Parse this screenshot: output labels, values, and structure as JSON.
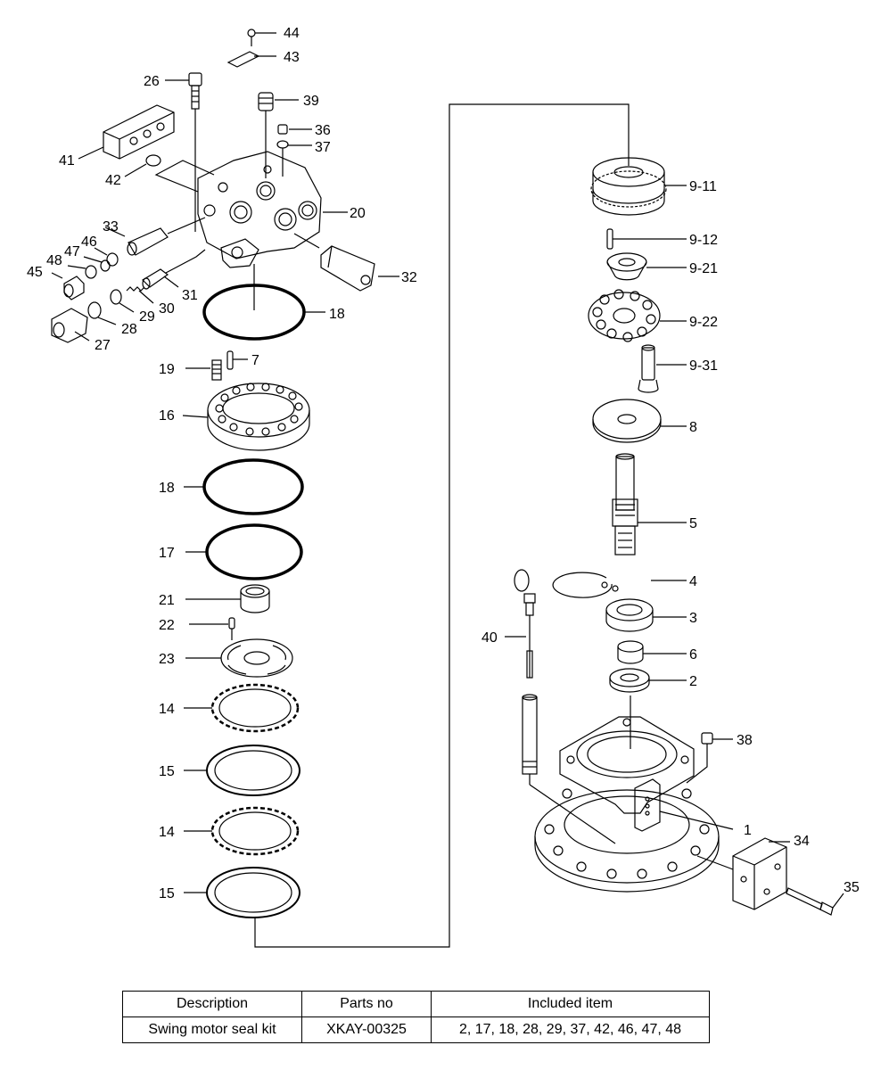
{
  "callouts": [
    {
      "id": "44",
      "text": "44"
    },
    {
      "id": "43",
      "text": "43"
    },
    {
      "id": "26",
      "text": "26"
    },
    {
      "id": "39",
      "text": "39"
    },
    {
      "id": "36",
      "text": "36"
    },
    {
      "id": "37",
      "text": "37"
    },
    {
      "id": "41",
      "text": "41"
    },
    {
      "id": "42",
      "text": "42"
    },
    {
      "id": "20",
      "text": "20"
    },
    {
      "id": "33",
      "text": "33"
    },
    {
      "id": "46",
      "text": "46"
    },
    {
      "id": "47",
      "text": "47"
    },
    {
      "id": "48",
      "text": "48"
    },
    {
      "id": "45",
      "text": "45"
    },
    {
      "id": "32",
      "text": "32"
    },
    {
      "id": "31",
      "text": "31"
    },
    {
      "id": "30",
      "text": "30"
    },
    {
      "id": "29",
      "text": "29"
    },
    {
      "id": "28",
      "text": "28"
    },
    {
      "id": "27",
      "text": "27"
    },
    {
      "id": "18a",
      "text": "18"
    },
    {
      "id": "19",
      "text": "19"
    },
    {
      "id": "7",
      "text": "7"
    },
    {
      "id": "16",
      "text": "16"
    },
    {
      "id": "18b",
      "text": "18"
    },
    {
      "id": "17",
      "text": "17"
    },
    {
      "id": "21",
      "text": "21"
    },
    {
      "id": "22",
      "text": "22"
    },
    {
      "id": "23",
      "text": "23"
    },
    {
      "id": "14a",
      "text": "14"
    },
    {
      "id": "15a",
      "text": "15"
    },
    {
      "id": "14b",
      "text": "14"
    },
    {
      "id": "15b",
      "text": "15"
    },
    {
      "id": "9-11",
      "text": "9-11"
    },
    {
      "id": "9-12",
      "text": "9-12"
    },
    {
      "id": "9-21",
      "text": "9-21"
    },
    {
      "id": "9-22",
      "text": "9-22"
    },
    {
      "id": "9-31",
      "text": "9-31"
    },
    {
      "id": "8",
      "text": "8"
    },
    {
      "id": "5",
      "text": "5"
    },
    {
      "id": "4",
      "text": "4"
    },
    {
      "id": "3",
      "text": "3"
    },
    {
      "id": "6",
      "text": "6"
    },
    {
      "id": "2",
      "text": "2"
    },
    {
      "id": "40",
      "text": "40"
    },
    {
      "id": "38",
      "text": "38"
    },
    {
      "id": "1",
      "text": "1"
    },
    {
      "id": "34",
      "text": "34"
    },
    {
      "id": "35",
      "text": "35"
    }
  ],
  "table": {
    "headers": [
      "Description",
      "Parts no",
      "Included item"
    ],
    "rows": [
      [
        "Swing motor seal kit",
        "XKAY-00325",
        "2, 17, 18, 28, 29, 37, 42, 46, 47, 48"
      ]
    ]
  }
}
